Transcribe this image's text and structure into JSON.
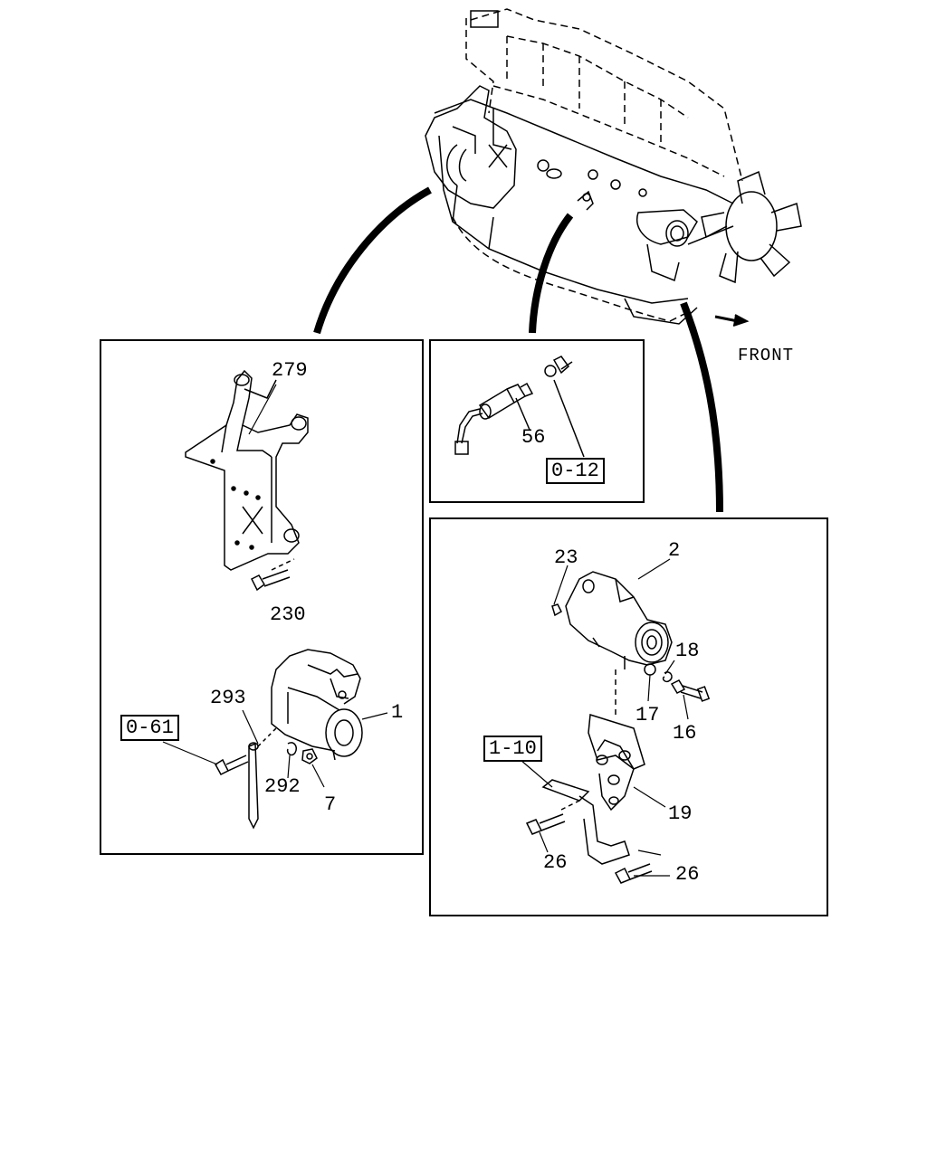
{
  "direction_label": "FRONT",
  "left_panel": {
    "labels": {
      "l279": "279",
      "l230": "230",
      "l293": "293",
      "l1": "1",
      "l292": "292",
      "l7": "7"
    },
    "refs": {
      "r061": "0-61"
    }
  },
  "top_panel": {
    "labels": {
      "l56": "56"
    },
    "refs": {
      "r012": "0-12"
    }
  },
  "right_panel": {
    "labels": {
      "l23": "23",
      "l2": "2",
      "l18": "18",
      "l17": "17",
      "l16": "16",
      "l19": "19",
      "l26a": "26",
      "l26b": "26"
    },
    "refs": {
      "r110": "1-10"
    }
  }
}
